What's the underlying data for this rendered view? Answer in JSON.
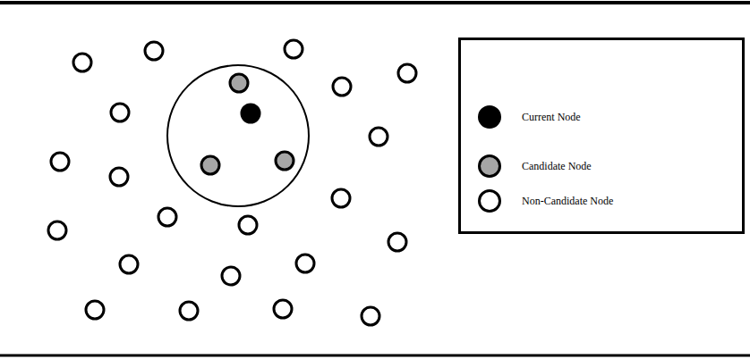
{
  "diagram": {
    "legend": [
      {
        "text": "Current Node",
        "color": "#000000"
      },
      {
        "text": "Candidate Node",
        "color": "#a6a6a6"
      },
      {
        "text": "Non-Candidate Node",
        "color": "#ffffff"
      }
    ]
  }
}
